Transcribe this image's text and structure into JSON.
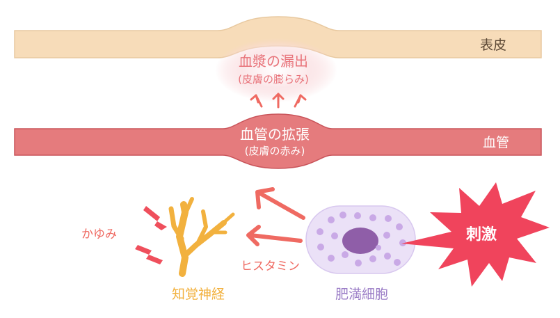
{
  "labels": {
    "epidermis": "表皮",
    "blood_vessel": "血管",
    "plasma_leak_title": "血漿の漏出",
    "plasma_leak_sub": "(皮膚の膨らみ)",
    "vasodilation_title": "血管の拡張",
    "vasodilation_sub": "(皮膚の赤み)",
    "itch": "かゆみ",
    "histamine": "ヒスタミン",
    "sensory_nerve": "知覚神経",
    "mast_cell": "肥満細胞",
    "stimulus": "刺激"
  },
  "colors": {
    "epidermis_fill": "#f7dcb9",
    "epidermis_stroke": "#e8c9a0",
    "vessel_fill": "#e57b7d",
    "vessel_stroke": "#c9545a",
    "plasma_glow": "#f8d3d6",
    "arrow": "#ef6a62",
    "nerve": "#f2b13e",
    "mast_cell_fill": "#ebe1f7",
    "mast_cell_granule": "#c9a9e6",
    "mast_cell_nucleus": "#8f5ea8",
    "stimulus_fill": "#f0445c"
  }
}
